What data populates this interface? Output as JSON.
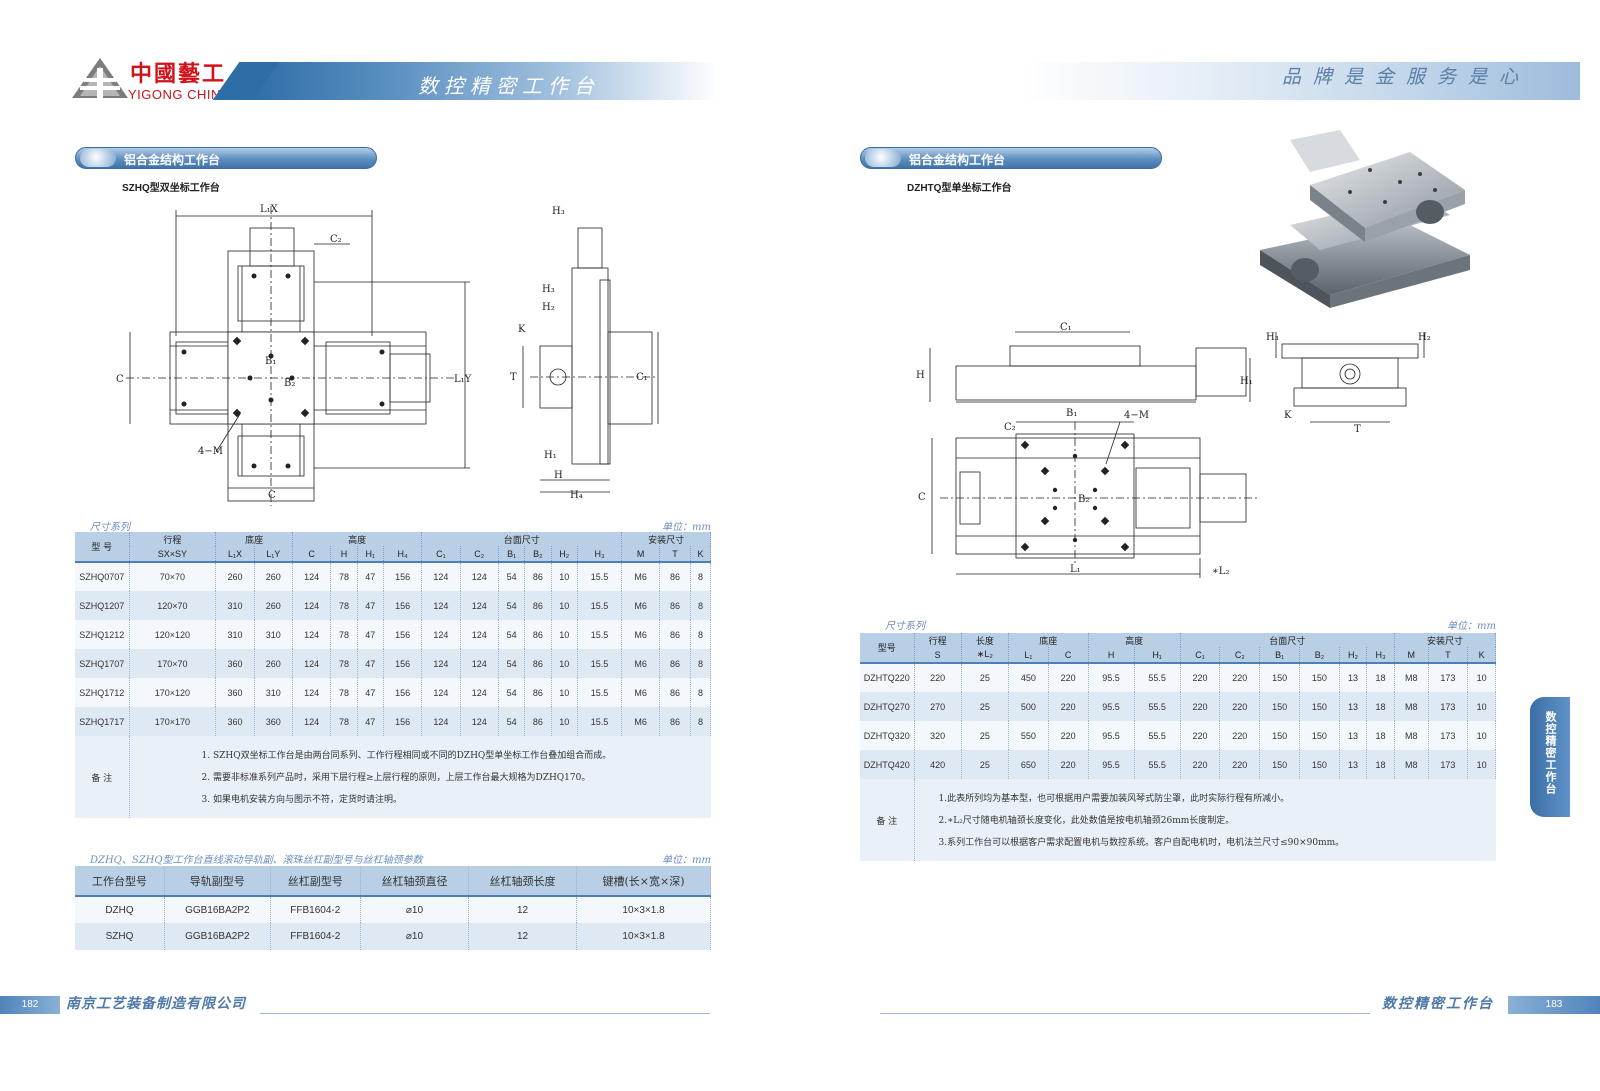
{
  "header": {
    "logo_cn": "中國藝工",
    "logo_en": "YIGONG CHINA",
    "title": "数控精密工作台",
    "slogan": "品牌是金服务是心"
  },
  "left": {
    "section_title": "铝合金结构工作台",
    "subtitle": "SZHQ型双坐标工作台",
    "drawing_labels": {
      "l1x": "L₁X",
      "c2": "C₂",
      "b1": "B₁",
      "b2": "B₂",
      "c": "C",
      "c_bottom": "C",
      "l1y": "L₁Y",
      "m": "4−M",
      "h3": "H₃",
      "h2": "H₂",
      "h1": "H₁",
      "h": "H",
      "h4": "H₄",
      "k": "K",
      "t": "T",
      "c1": "C₁",
      "h3b": "H₃"
    },
    "caption": "尺寸系列",
    "unit": "单位：mm",
    "table": {
      "group_headers": [
        "型 号",
        "行程",
        "底座",
        "高度",
        "台面尺寸",
        "安装尺寸"
      ],
      "columns": [
        "SX×SY",
        "L₁X",
        "L₁Y",
        "C",
        "H",
        "H₁",
        "H₄",
        "C₁",
        "C₂",
        "B₁",
        "B₂",
        "H₂",
        "H₃",
        "M",
        "T",
        "K"
      ],
      "rows": [
        [
          "SZHQ0707",
          "70×70",
          "260",
          "260",
          "124",
          "78",
          "47",
          "156",
          "124",
          "124",
          "54",
          "86",
          "10",
          "15.5",
          "M6",
          "86",
          "8"
        ],
        [
          "SZHQ1207",
          "120×70",
          "310",
          "260",
          "124",
          "78",
          "47",
          "156",
          "124",
          "124",
          "54",
          "86",
          "10",
          "15.5",
          "M6",
          "86",
          "8"
        ],
        [
          "SZHQ1212",
          "120×120",
          "310",
          "310",
          "124",
          "78",
          "47",
          "156",
          "124",
          "124",
          "54",
          "86",
          "10",
          "15.5",
          "M6",
          "86",
          "8"
        ],
        [
          "SZHQ1707",
          "170×70",
          "360",
          "260",
          "124",
          "78",
          "47",
          "156",
          "124",
          "124",
          "54",
          "86",
          "10",
          "15.5",
          "M6",
          "86",
          "8"
        ],
        [
          "SZHQ1712",
          "170×120",
          "360",
          "310",
          "124",
          "78",
          "47",
          "156",
          "124",
          "124",
          "54",
          "86",
          "10",
          "15.5",
          "M6",
          "86",
          "8"
        ],
        [
          "SZHQ1717",
          "170×170",
          "360",
          "360",
          "124",
          "78",
          "47",
          "156",
          "124",
          "124",
          "54",
          "86",
          "10",
          "15.5",
          "M6",
          "86",
          "8"
        ]
      ],
      "note_label": "备 注",
      "notes": [
        "1. SZHQ双坐标工作台是由两台同系列、工作行程相同或不同的DZHQ型单坐标工作台叠加组合而成。",
        "2. 需要非标准系列产品时，采用下层行程≥上层行程的原则，上层工作台最大规格为DZHQ170。",
        "3. 如果电机安装方向与图示不符，定货时请注明。"
      ]
    },
    "rail_caption": "DZHQ、SZHQ型工作台直线滚动导轨副、滚珠丝杠副型号与丝杠轴颈参数",
    "rail_unit": "单位：mm",
    "rail_table": {
      "headers": [
        "工作台型号",
        "导轨副型号",
        "丝杠副型号",
        "丝杠轴颈直径",
        "丝杠轴颈长度",
        "键槽(长×宽×深)"
      ],
      "rows": [
        [
          "DZHQ",
          "GGB16BA2P2",
          "FFB1604-2",
          "⌀10",
          "12",
          "10×3×1.8"
        ],
        [
          "SZHQ",
          "GGB16BA2P2",
          "FFB1604-2",
          "⌀10",
          "12",
          "10×3×1.8"
        ]
      ]
    }
  },
  "right": {
    "section_title": "铝合金结构工作台",
    "subtitle": "DZHTQ型单坐标工作台",
    "drawing_labels": {
      "c1": "C₁",
      "h": "H",
      "h1": "H₁",
      "b1": "B₁",
      "m": "4−M",
      "c2": "C₂",
      "b2": "B₂",
      "c": "C",
      "l1": "L₁",
      "l2": "∗L₂",
      "h3": "H₃",
      "h2": "H₂",
      "k": "K",
      "t": "T"
    },
    "caption": "尺寸系列",
    "unit": "单位：mm",
    "table": {
      "group_headers": [
        "型号",
        "行程",
        "长度",
        "底座",
        "高度",
        "台面尺寸",
        "安装尺寸"
      ],
      "columns": [
        "S",
        "∗L₂",
        "L₁",
        "C",
        "H",
        "H₁",
        "C₁",
        "C₂",
        "B₁",
        "B₂",
        "H₂",
        "H₃",
        "M",
        "T",
        "K"
      ],
      "rows": [
        [
          "DZHTQ220",
          "220",
          "25",
          "450",
          "220",
          "95.5",
          "55.5",
          "220",
          "220",
          "150",
          "150",
          "13",
          "18",
          "M8",
          "173",
          "10"
        ],
        [
          "DZHTQ270",
          "270",
          "25",
          "500",
          "220",
          "95.5",
          "55.5",
          "220",
          "220",
          "150",
          "150",
          "13",
          "18",
          "M8",
          "173",
          "10"
        ],
        [
          "DZHTQ320",
          "320",
          "25",
          "550",
          "220",
          "95.5",
          "55.5",
          "220",
          "220",
          "150",
          "150",
          "13",
          "18",
          "M8",
          "173",
          "10"
        ],
        [
          "DZHTQ420",
          "420",
          "25",
          "650",
          "220",
          "95.5",
          "55.5",
          "220",
          "220",
          "150",
          "150",
          "13",
          "18",
          "M8",
          "173",
          "10"
        ]
      ],
      "note_label": "备 注",
      "notes": [
        "1.此表所列均为基本型，也可根据用户需要加装风琴式防尘罩，此时实际行程有所减小。",
        "2.∗L₂尺寸随电机轴颈长度变化，此处数值是按电机轴颈26mm长度制定。",
        "3.系列工作台可以根据客户需求配置电机与数控系统。客户自配电机时，电机法兰尺寸≤90×90mm。"
      ]
    }
  },
  "side_tab": "数控精密工作台",
  "footer": {
    "left_page": "182",
    "company": "南京工艺装备制造有限公司",
    "product": "数控精密工作台",
    "right_page": "183"
  },
  "colors": {
    "brand_red": "#d1121b",
    "brand_blue": "#3f73a9",
    "table_header": "#b9cfe6",
    "row_alt": "#dfe9f4"
  }
}
